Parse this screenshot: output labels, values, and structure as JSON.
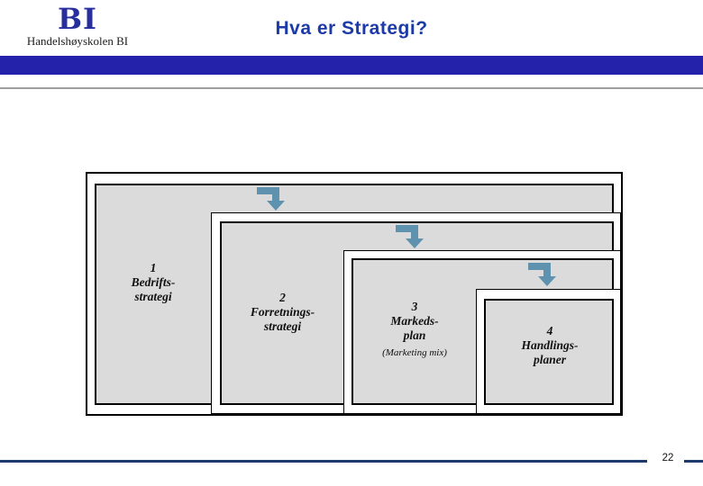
{
  "header": {
    "logo_acronym": "BI",
    "logo_subtitle": "Handelshøyskolen BI",
    "title": "Hva er Strategi?"
  },
  "diagram": {
    "arrow_icon": "bent-arrow-down",
    "arrow_color": "#5e92ae",
    "box_fill_color": "#dbdbdb",
    "boxes": [
      {
        "number": "1",
        "line1": "Bedrifts-",
        "line2": "strategi"
      },
      {
        "number": "2",
        "line1": "Forretnings-",
        "line2": "strategi"
      },
      {
        "number": "3",
        "line1": "Markeds-",
        "line2": "plan",
        "note": "(Marketing mix)"
      },
      {
        "number": "4",
        "line1": "Handlings-",
        "line2": "planer"
      }
    ]
  },
  "footer": {
    "page_number": "22"
  },
  "colors": {
    "title_blue": "#1c3aa8",
    "header_bar_blue": "#2421aa",
    "logo_blue": "#272e9e",
    "footer_navy": "#1d3a6d"
  }
}
